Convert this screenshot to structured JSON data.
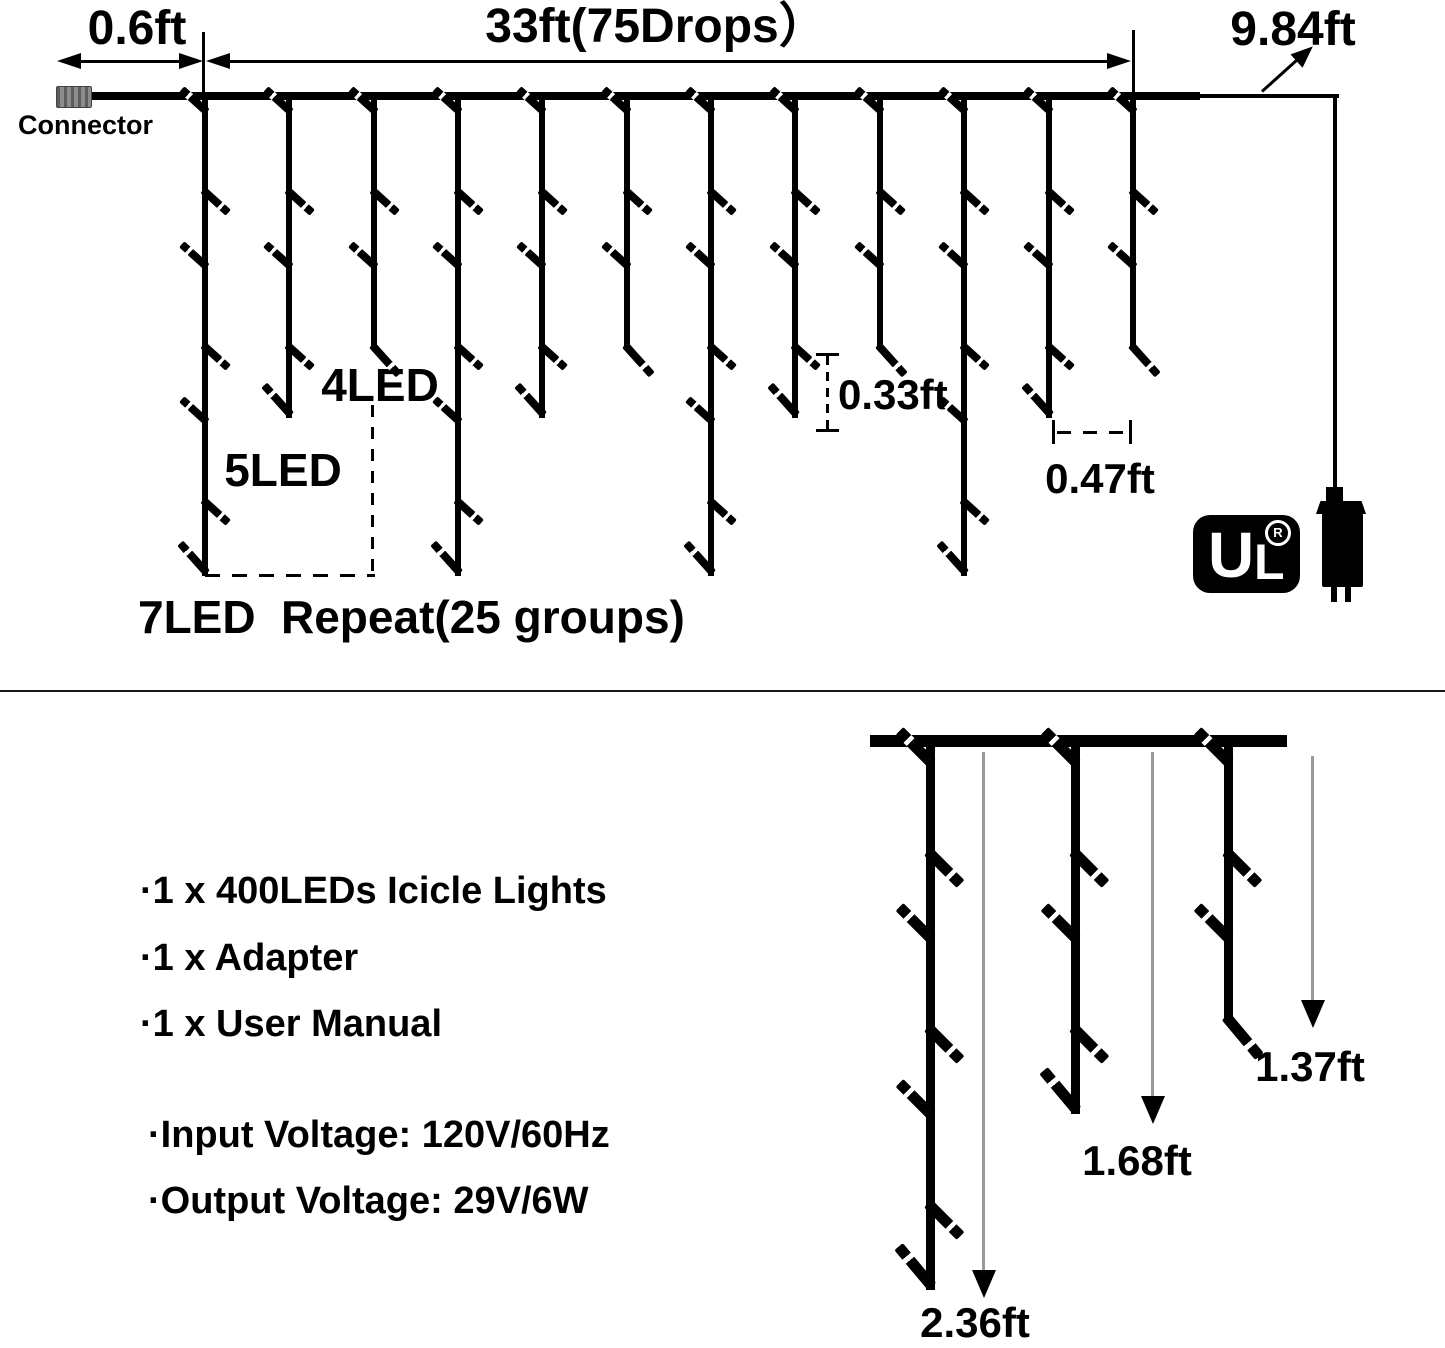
{
  "top_diagram": {
    "connector_label": "Connector",
    "lead_length": "0.6ft",
    "span_length": "33ft(75Drops）",
    "tail_length": "9.84ft",
    "group_labels": {
      "led4": "4LED",
      "led5": "5LED",
      "led7": "7LED",
      "repeat": "Repeat(25 groups)"
    },
    "vertical_spacing": "0.33ft",
    "horizontal_spacing": "0.47ft",
    "certification": {
      "mark_u": "U",
      "mark_l": "L",
      "registered": "R"
    }
  },
  "package_list": {
    "items": [
      "·1 x 400LEDs Icicle Lights",
      "·1 x Adapter",
      "·1 x User Manual"
    ]
  },
  "specs": {
    "input_voltage": "·Input Voltage: 120V/60Hz",
    "output_voltage": "·Output Voltage: 29V/6W"
  },
  "bottom_diagram": {
    "drop_length_long": "2.36ft",
    "drop_length_medium": "1.68ft",
    "drop_length_short": "1.37ft"
  },
  "colors": {
    "ink": "#000000",
    "measure_arrow": "#9a9a9a",
    "connector_gray": "#7d7d7d"
  }
}
